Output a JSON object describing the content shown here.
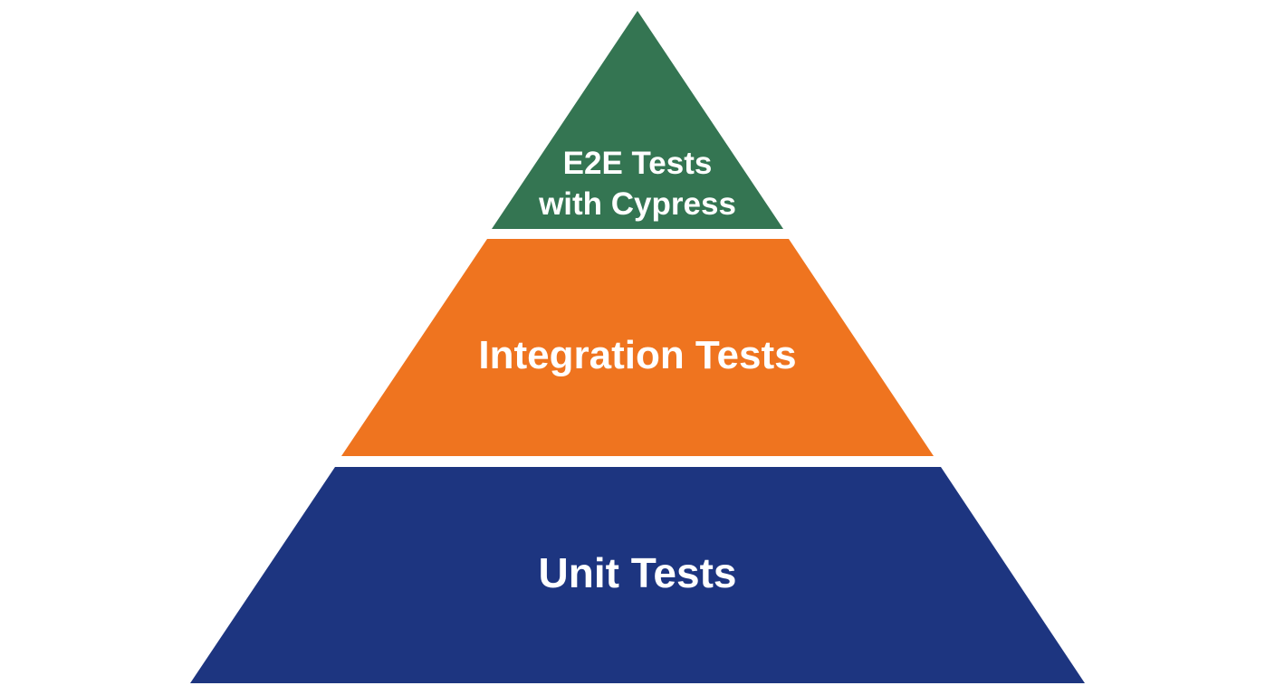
{
  "pyramid": {
    "tiers": [
      {
        "id": "e2e",
        "label_line1": "E2E Tests",
        "label_line2": "with Cypress",
        "color": "#347552"
      },
      {
        "id": "integration",
        "label": "Integration Tests",
        "color": "#ef741f"
      },
      {
        "id": "unit",
        "label": "Unit Tests",
        "color": "#1d3580"
      }
    ]
  }
}
